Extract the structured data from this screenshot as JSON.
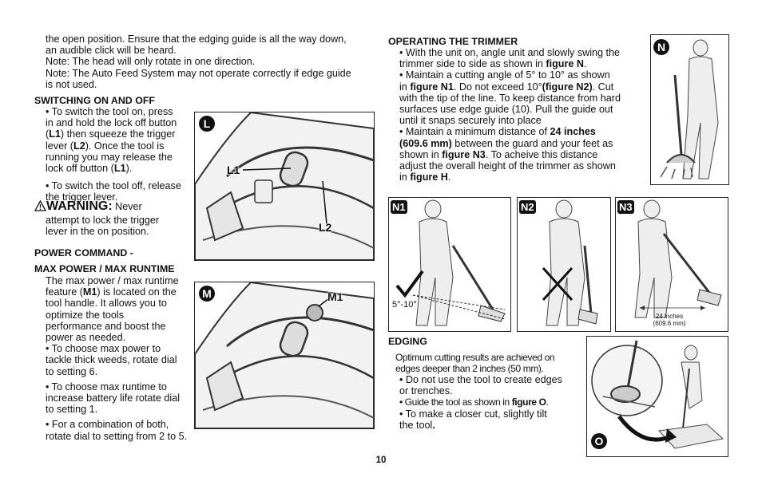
{
  "left_intro": [
    "the open position. Ensure that the edging guide is all the way down,",
    "an audible click will be heard.",
    "Note: The head will only rotate in one direction.",
    "Note: The Auto Feed System may not operate correctly if edge guide",
    "is not used."
  ],
  "switching": {
    "heading": "SWITCHING ON AND OFF",
    "on_lines": [
      "• To switch the tool on, press",
      "in and hold the lock off button"
    ],
    "on_l3_a": "(",
    "on_l3_b": "L1",
    "on_l3_c": ") then squeeze the trigger",
    "on_l4_a": "lever (",
    "on_l4_b": "L2",
    "on_l4_c": "). Once the tool is",
    "on_l5": "running you may release the",
    "on_l6_a": "lock off button (",
    "on_l6_b": "L1",
    "on_l6_c": ").",
    "off_lines": [
      "• To switch the tool off, release",
      "the trigger lever."
    ],
    "warning_label": "WARNING:",
    "warning_rest": " Never",
    "warning_lines": [
      "attempt to lock the trigger",
      "lever in the on position."
    ]
  },
  "power": {
    "heading1": "POWER COMMAND -",
    "heading2": "MAX POWER / MAX RUNTIME",
    "l1": "The max power / max runtime",
    "l2_a": "feature (",
    "l2_b": "M1",
    "l2_c": ") is located on the",
    "rest": [
      "tool handle. It allows you to",
      "optimize the tools",
      "performance and boost the",
      "power as needed."
    ],
    "b1": [
      "• To choose max power to",
      "tackle thick weeds, rotate dial",
      "to setting 6."
    ],
    "b2": [
      "• To choose max runtime to",
      "increase battery life rotate dial",
      "to setting 1."
    ],
    "b3": [
      "• For a combination of both,",
      "rotate dial to setting from 2 to 5."
    ]
  },
  "operating": {
    "heading": "OPERATING THE TRIMMER",
    "l1": "• With the unit on, angle unit and slowly swing the",
    "l2_a": "trimmer side to side as shown in ",
    "l2_b": "figure N",
    "l2_c": ".",
    "l3": "• Maintain a cutting angle of 5° to 10° as shown",
    "l4_a": "in ",
    "l4_b": "figure N1",
    "l4_c": ". Do not exceed 10°",
    "l4_d": "(figure N2)",
    "l4_e": ". Cut",
    "l5": "with the tip of the line. To keep distance from hard",
    "l6": "surfaces use edge guide (10). Pull the guide out",
    "l7": "until it snaps securely into place",
    "l8_a": "• Maintain a minimum distance of ",
    "l8_b": "24 inches",
    "l9_a": "(609.6 mm)",
    "l9_b": " between the guard and your feet as",
    "l10_a": "shown in ",
    "l10_b": "figure N3",
    "l10_c": ". To acheive this distance",
    "l11": "adjust the overall height of the trimmer as shown",
    "l12_a": "in ",
    "l12_b": "figure H",
    "l12_c": "."
  },
  "edging": {
    "heading": "EDGING",
    "l1": "Optimum cutting results are achieved on",
    "l2": "edges deeper than 2 inches (50 mm).",
    "l3": "• Do not use the tool to create edges",
    "l4": "or trenches.",
    "l5_a": "• Guide the tool as shown in ",
    "l5_b": "figure O",
    "l5_c": ".",
    "l6": "• To make a closer cut, slightly tilt",
    "l7_a": "the tool",
    "l7_b": "."
  },
  "figures": {
    "L": "L",
    "L1": "L1",
    "L2": "L2",
    "M": "M",
    "M1": "M1",
    "N": "N",
    "N1": "N1",
    "N2": "N2",
    "N3": "N3",
    "O": "O",
    "angle": "5°-10°",
    "dist1": "24 inches",
    "dist2": "(609.6 mm)"
  },
  "page_number": "10"
}
